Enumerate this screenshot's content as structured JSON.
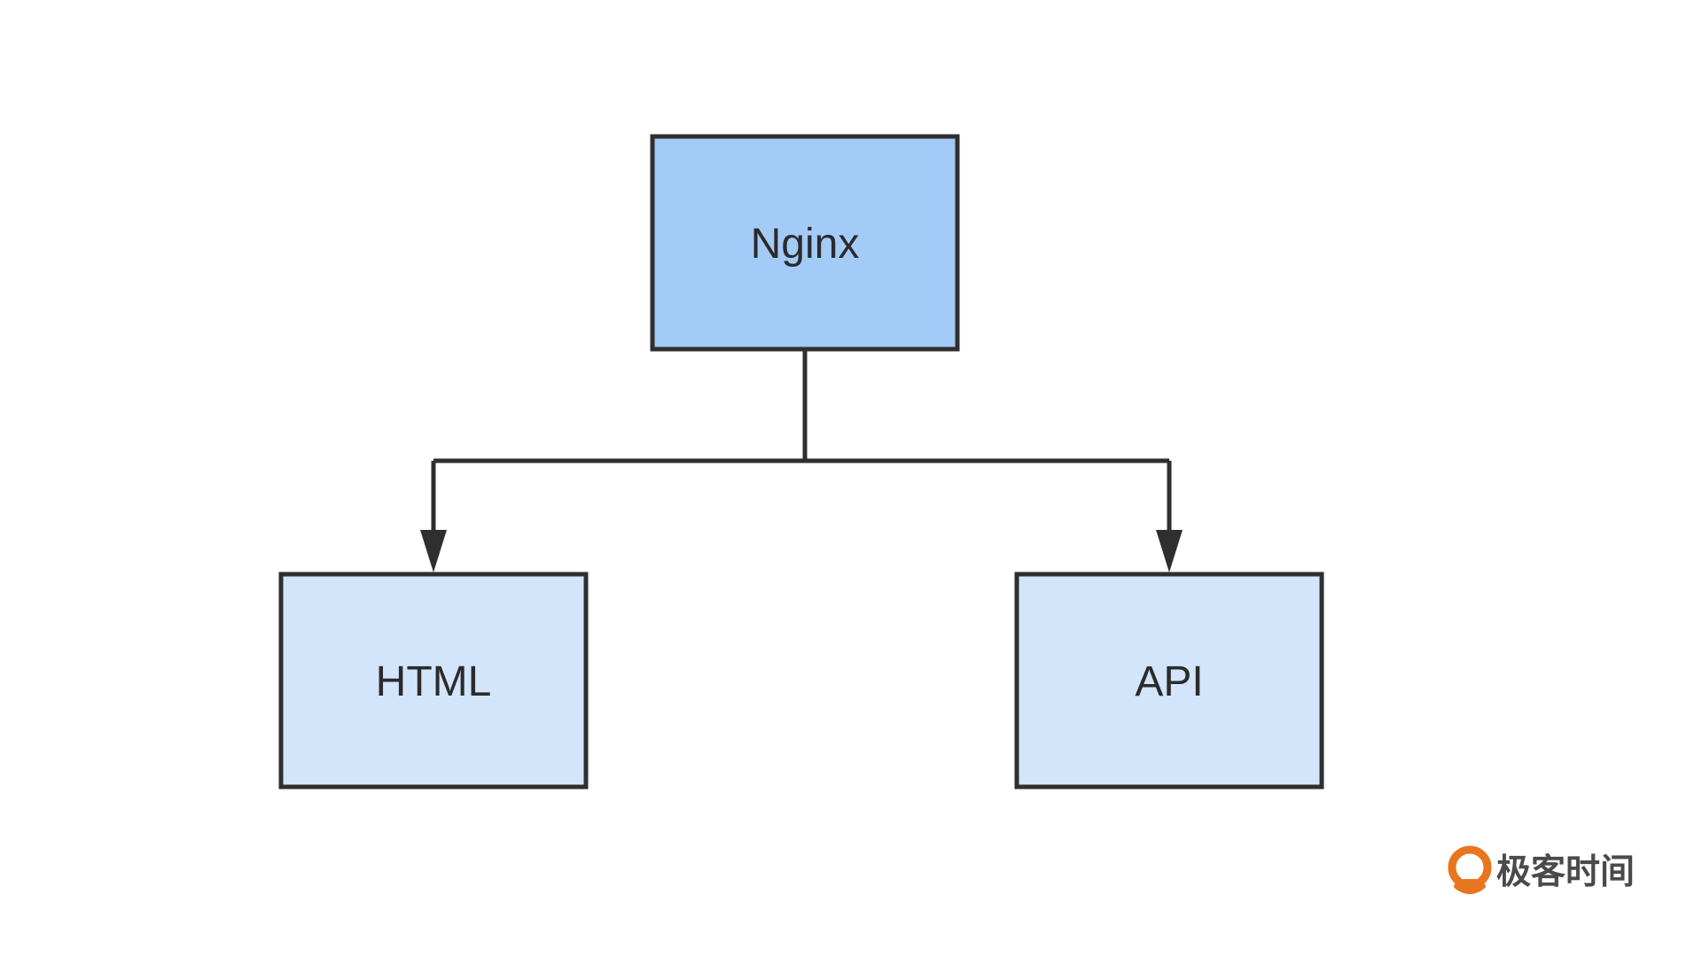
{
  "diagram": {
    "type": "tree",
    "root": {
      "id": "nginx",
      "label": "Nginx",
      "fill": "#a3cbf7"
    },
    "children": [
      {
        "id": "html",
        "label": "HTML",
        "fill": "#d3e5fb"
      },
      {
        "id": "api",
        "label": "API",
        "fill": "#d3e5fb"
      }
    ],
    "edges": [
      {
        "from": "nginx",
        "to": "html"
      },
      {
        "from": "nginx",
        "to": "api"
      }
    ],
    "stroke_color": "#2f2f2f"
  },
  "brand": {
    "name": "极客时间",
    "logo_color": "#e8761f"
  }
}
